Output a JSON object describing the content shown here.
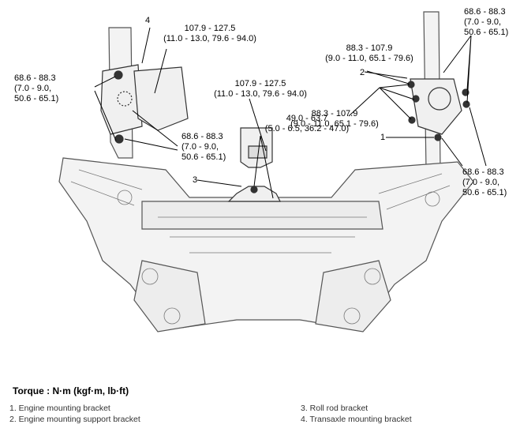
{
  "callouts": {
    "n1": "1",
    "n2": "2",
    "n3": "3",
    "n4": "4"
  },
  "torques": {
    "top_center": [
      "107.9 - 127.5",
      "(11.0 - 13.0, 79.6 - 94.0)"
    ],
    "left_outer": [
      "68.6 - 88.3",
      "(7.0 - 9.0,",
      "50.6 - 65.1)"
    ],
    "center_rod": [
      "107.9 - 127.5",
      "(11.0 - 13.0, 79.6 - 94.0)"
    ],
    "left_lower": [
      "68.6 - 88.3",
      "(7.0 - 9.0,",
      "50.6 - 65.1)"
    ],
    "right_top_mid": [
      "88.3 - 107.9",
      "(9.0 - 11.0, 65.1 - 79.6)"
    ],
    "right_mid": [
      "88.3 - 107.9",
      "(9.0 - 11.0, 65.1 - 79.6)"
    ],
    "center_lower": [
      "49.0 - 63.7",
      "(5.0 - 6.5, 36.2 - 47.0)"
    ],
    "right_top": [
      "68.6 - 88.3",
      "(7.0 - 9.0,",
      "50.6 - 65.1)"
    ],
    "right_lower": [
      "68.6 - 88.3",
      "(7.0 - 9.0,",
      "50.6 - 65.1)"
    ]
  },
  "legend": {
    "title": "Torque : N·m (kgf·m, lb·ft)",
    "items": [
      "1. Engine mounting bracket",
      "2. Engine mounting support bracket",
      "3. Roll rod bracket",
      "4. Transaxle mounting bracket"
    ]
  },
  "colors": {
    "line": "#000000",
    "part_stroke": "#444444",
    "part_fill": "#f2f2f2",
    "legend_text": "#333333"
  }
}
